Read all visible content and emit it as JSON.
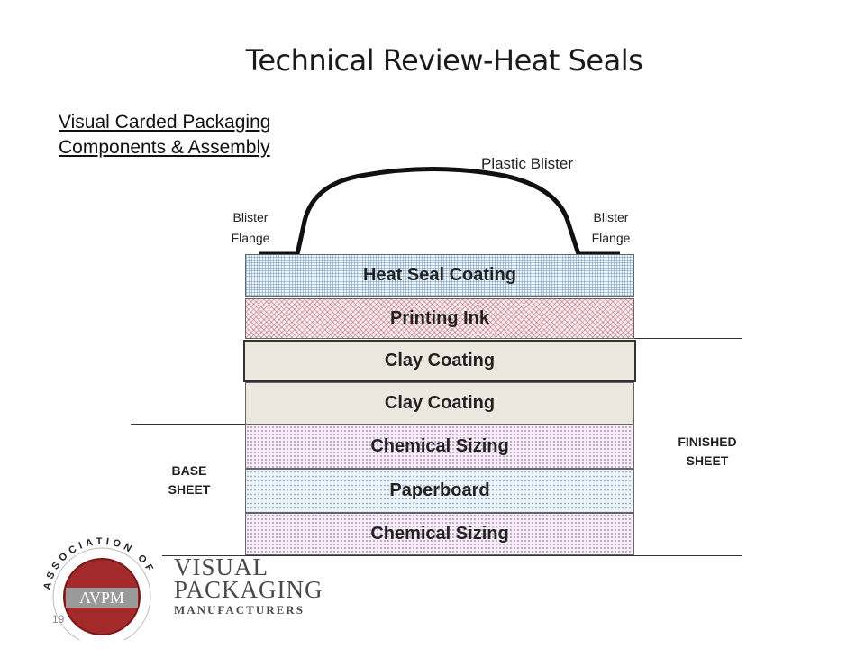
{
  "title": "Technical Review-Heat Seals",
  "subtitle": {
    "line1": "Visual Carded Packaging",
    "line2": "Components & Assembly"
  },
  "blister": {
    "label": "Plastic Blister",
    "flange_left": [
      "Blister",
      "Flange"
    ],
    "flange_right": [
      "Blister",
      "Flange"
    ]
  },
  "layers": [
    {
      "label": "Heat Seal Coating",
      "pattern": "grid"
    },
    {
      "label": "Printing Ink",
      "pattern": "crosshatch"
    },
    {
      "label": "Clay Coating",
      "pattern": "solid"
    },
    {
      "label": "Clay Coating",
      "pattern": "solid"
    },
    {
      "label": "Chemical Sizing",
      "pattern": "dots"
    },
    {
      "label": "Paperboard",
      "pattern": "dots"
    },
    {
      "label": "Chemical Sizing",
      "pattern": "dots"
    }
  ],
  "side_labels": {
    "base_sheet": [
      "BASE",
      "SHEET"
    ],
    "finished_sheet": [
      "FINISHED",
      "SHEET"
    ]
  },
  "logo": {
    "ring_text": "ASSOCIATION OF",
    "monogram": "AVPM",
    "wordmark_line1": "VISUAL",
    "wordmark_line2": "PACKAGING",
    "wordmark_line3": "MANUFACTURERS",
    "colors": {
      "ring": "#ffffff",
      "disc": "#a32a2a",
      "silver": "#9a9a9a"
    }
  },
  "slide_number": "19"
}
